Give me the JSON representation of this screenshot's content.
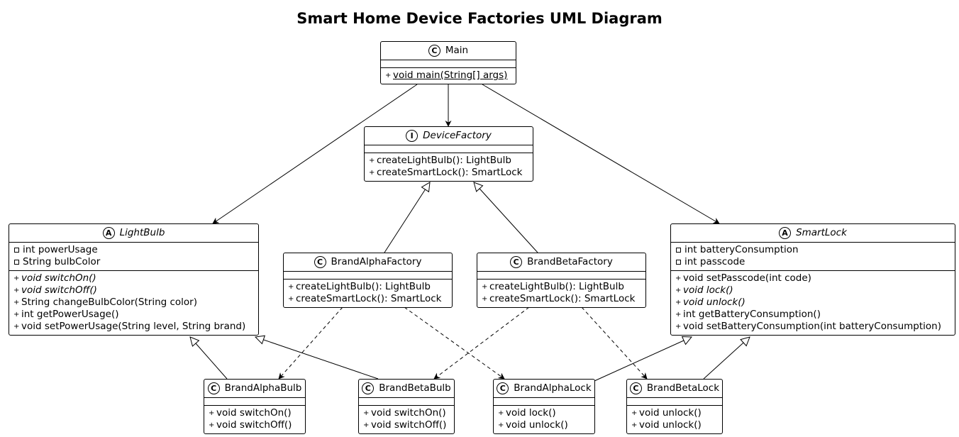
{
  "title": "Smart Home Device Factories UML Diagram",
  "classes": {
    "main": {
      "stereotype": "C",
      "name": "Main",
      "fields": [],
      "methods": [
        {
          "vis": "+",
          "text": "void main(String[] args)",
          "static": true
        }
      ]
    },
    "device_factory": {
      "stereotype": "I",
      "name": "DeviceFactory",
      "fields": [],
      "methods": [
        {
          "vis": "+",
          "text": "createLightBulb(): LightBulb"
        },
        {
          "vis": "+",
          "text": "createSmartLock(): SmartLock"
        }
      ]
    },
    "light_bulb": {
      "stereotype": "A",
      "name": "LightBulb",
      "fields": [
        {
          "vis": "-",
          "text": "int powerUsage"
        },
        {
          "vis": "-",
          "text": "String bulbColor"
        }
      ],
      "methods": [
        {
          "vis": "+",
          "text": "void switchOn()",
          "abstract": true
        },
        {
          "vis": "+",
          "text": "void switchOff()",
          "abstract": true
        },
        {
          "vis": "+",
          "text": "String changeBulbColor(String color)"
        },
        {
          "vis": "+",
          "text": "int getPowerUsage()"
        },
        {
          "vis": "+",
          "text": "void setPowerUsage(String level, String brand)"
        }
      ]
    },
    "smart_lock": {
      "stereotype": "A",
      "name": "SmartLock",
      "fields": [
        {
          "vis": "-",
          "text": "int batteryConsumption"
        },
        {
          "vis": "-",
          "text": "int passcode"
        }
      ],
      "methods": [
        {
          "vis": "+",
          "text": "void setPasscode(int code)"
        },
        {
          "vis": "+",
          "text": "void lock()",
          "abstract": true
        },
        {
          "vis": "+",
          "text": "void unlock()",
          "abstract": true
        },
        {
          "vis": "+",
          "text": "int getBatteryConsumption()"
        },
        {
          "vis": "+",
          "text": "void setBatteryConsumption(int batteryConsumption)"
        }
      ]
    },
    "brand_alpha_factory": {
      "stereotype": "C",
      "name": "BrandAlphaFactory",
      "fields": [],
      "methods": [
        {
          "vis": "+",
          "text": "createLightBulb(): LightBulb"
        },
        {
          "vis": "+",
          "text": "createSmartLock(): SmartLock"
        }
      ]
    },
    "brand_beta_factory": {
      "stereotype": "C",
      "name": "BrandBetaFactory",
      "fields": [],
      "methods": [
        {
          "vis": "+",
          "text": "createLightBulb(): LightBulb"
        },
        {
          "vis": "+",
          "text": "createSmartLock(): SmartLock"
        }
      ]
    },
    "brand_alpha_bulb": {
      "stereotype": "C",
      "name": "BrandAlphaBulb",
      "fields": [],
      "methods": [
        {
          "vis": "+",
          "text": "void switchOn()"
        },
        {
          "vis": "+",
          "text": "void switchOff()"
        }
      ]
    },
    "brand_beta_bulb": {
      "stereotype": "C",
      "name": "BrandBetaBulb",
      "fields": [],
      "methods": [
        {
          "vis": "+",
          "text": "void switchOn()"
        },
        {
          "vis": "+",
          "text": "void switchOff()"
        }
      ]
    },
    "brand_alpha_lock": {
      "stereotype": "C",
      "name": "BrandAlphaLock",
      "fields": [],
      "methods": [
        {
          "vis": "+",
          "text": "void lock()"
        },
        {
          "vis": "+",
          "text": "void unlock()"
        }
      ]
    },
    "brand_beta_lock": {
      "stereotype": "C",
      "name": "BrandBetaLock",
      "fields": [],
      "methods": [
        {
          "vis": "+",
          "text": "void unlock()"
        },
        {
          "vis": "+",
          "text": "void unlock()"
        }
      ]
    }
  },
  "relations": [
    {
      "from": "Main",
      "to": "DeviceFactory",
      "kind": "association"
    },
    {
      "from": "Main",
      "to": "LightBulb",
      "kind": "association"
    },
    {
      "from": "Main",
      "to": "SmartLock",
      "kind": "association"
    },
    {
      "from": "BrandAlphaFactory",
      "to": "DeviceFactory",
      "kind": "realization"
    },
    {
      "from": "BrandBetaFactory",
      "to": "DeviceFactory",
      "kind": "realization"
    },
    {
      "from": "BrandAlphaBulb",
      "to": "LightBulb",
      "kind": "inheritance"
    },
    {
      "from": "BrandBetaBulb",
      "to": "LightBulb",
      "kind": "inheritance"
    },
    {
      "from": "BrandAlphaLock",
      "to": "SmartLock",
      "kind": "inheritance"
    },
    {
      "from": "BrandBetaLock",
      "to": "SmartLock",
      "kind": "inheritance"
    },
    {
      "from": "BrandAlphaFactory",
      "to": "BrandAlphaBulb",
      "kind": "dependency"
    },
    {
      "from": "BrandAlphaFactory",
      "to": "BrandAlphaLock",
      "kind": "dependency"
    },
    {
      "from": "BrandBetaFactory",
      "to": "BrandBetaBulb",
      "kind": "dependency"
    },
    {
      "from": "BrandBetaFactory",
      "to": "BrandBetaLock",
      "kind": "dependency"
    }
  ]
}
